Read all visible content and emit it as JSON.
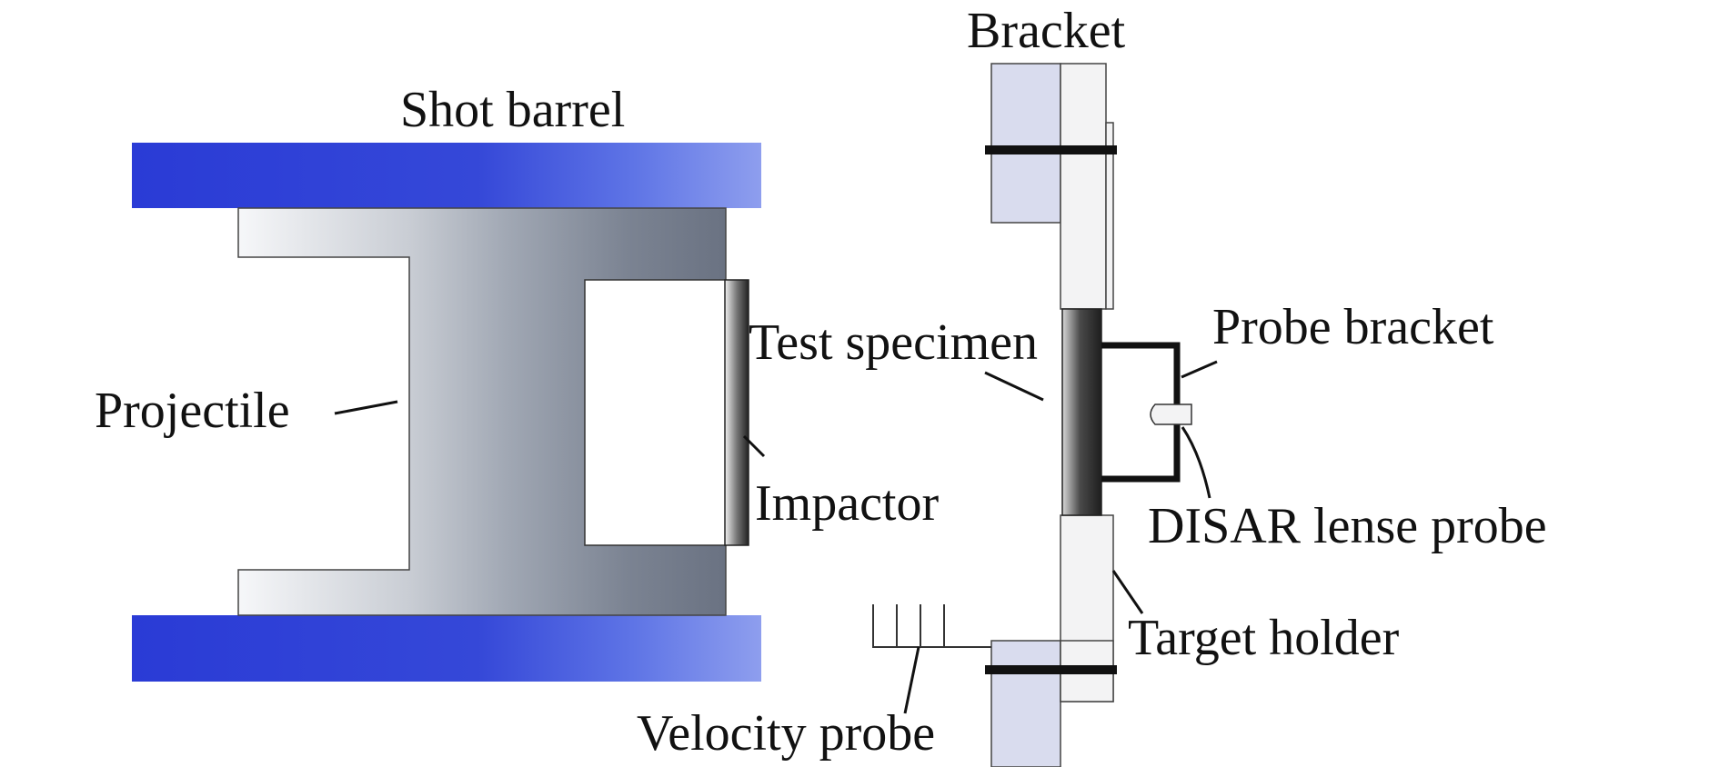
{
  "labels": {
    "shot_barrel": "Shot barrel",
    "bracket": "Bracket",
    "projectile": "Projectile",
    "test_specimen": "Test specimen",
    "probe_bracket": "Probe bracket",
    "impactor": "Impactor",
    "disar_lense_probe": "DISAR lense probe",
    "target_holder": "Target holder",
    "velocity_probe": "Velocity probe"
  },
  "colors": {
    "barrel_dark": "#2a3ed8",
    "barrel_light": "#8c9cec",
    "projectile_light": "#f4f5f7",
    "projectile_dark": "#6b7384",
    "bracket_fill": "#d9dcee",
    "holder_fill": "#f3f3f4",
    "specimen_dark": "#2a2a2a",
    "line": "#111111"
  }
}
